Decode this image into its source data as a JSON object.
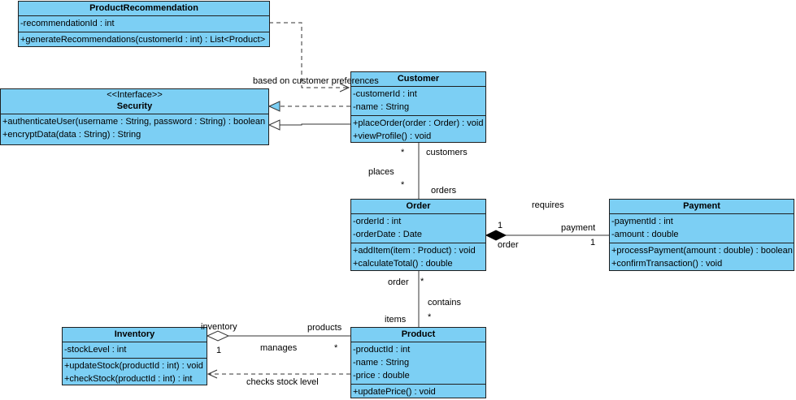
{
  "classes": {
    "product_recommendation": {
      "name": "ProductRecommendation",
      "attributes": [
        "-recommendationId : int"
      ],
      "operations": [
        "+generateRecommendations(customerId : int) : List<Product>"
      ]
    },
    "security": {
      "stereotype": "<<Interface>>",
      "name": "Security",
      "attributes": [],
      "operations": [
        "+authenticateUser(username : String, password : String) : boolean",
        "+encryptData(data : String) : String"
      ]
    },
    "customer": {
      "name": "Customer",
      "attributes": [
        "-customerId : int",
        "-name : String"
      ],
      "operations": [
        "+placeOrder(order : Order) : void",
        "+viewProfile() : void"
      ]
    },
    "order": {
      "name": "Order",
      "attributes": [
        "-orderId : int",
        "-orderDate : Date"
      ],
      "operations": [
        "+addItem(item : Product) : void",
        "+calculateTotal() : double"
      ]
    },
    "payment": {
      "name": "Payment",
      "attributes": [
        "-paymentId : int",
        "-amount : double"
      ],
      "operations": [
        "+processPayment(amount : double) : boolean",
        "+confirmTransaction() : void"
      ]
    },
    "inventory": {
      "name": "Inventory",
      "attributes": [
        "-stockLevel : int"
      ],
      "operations": [
        "+updateStock(productId : int) : void",
        "+checkStock(productId : int) : int"
      ]
    },
    "product": {
      "name": "Product",
      "attributes": [
        "-productId : int",
        "-name : String",
        "-price : double"
      ],
      "operations": [
        "+updatePrice() : void"
      ]
    }
  },
  "labels": {
    "based_on": "based on customer preferences",
    "cust_mult": "*",
    "cust_role": "customers",
    "places": "places",
    "ord_mult": "*",
    "ord_role": "orders",
    "requires": "requires",
    "req_order_mult": "1",
    "req_order_role": "order",
    "req_payment_role": "payment",
    "req_payment_mult": "1",
    "contains_order_role": "order",
    "contains_order_mult": "*",
    "contains": "contains",
    "items_role": "items",
    "items_mult": "*",
    "inventory_role": "inventory",
    "inventory_mult": "1",
    "products_role": "products",
    "manages": "manages",
    "products_mult": "*",
    "checks_stock": "checks stock level"
  }
}
